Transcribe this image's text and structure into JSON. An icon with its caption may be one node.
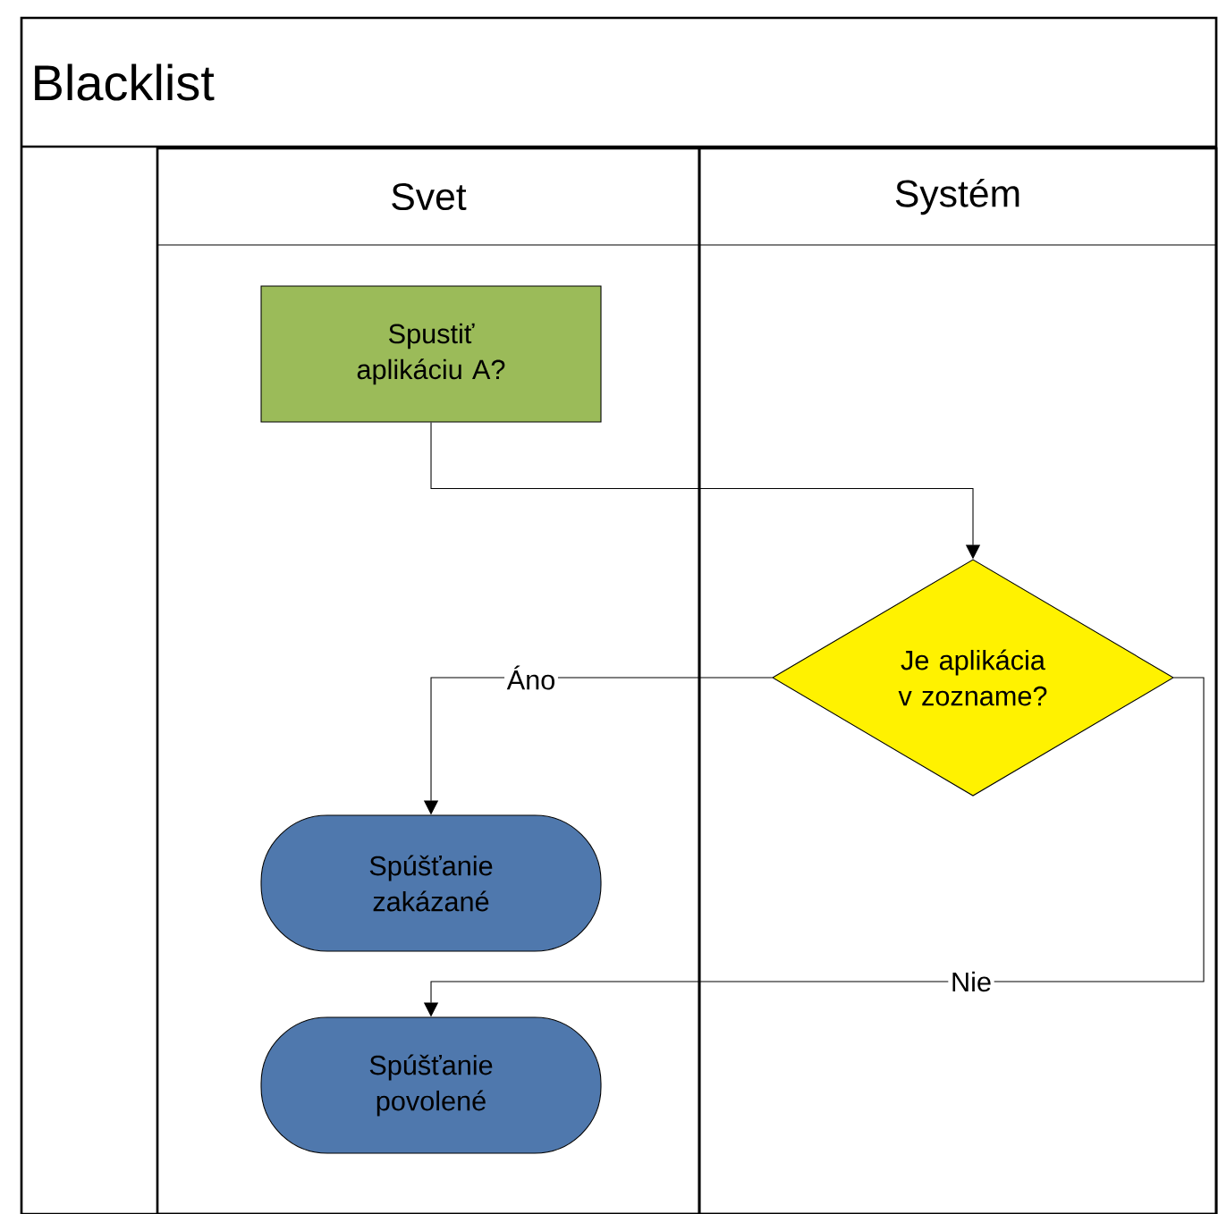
{
  "diagram": {
    "nodes": [
      {
        "text": [
          "Blacklist"
        ]
      },
      {
        "text": [
          "Svet"
        ],
        "in": 0
      },
      {
        "text": [
          "Systém"
        ],
        "in": 0
      },
      {
        "text": [
          "Spustiť aplikáciu A?"
        ],
        "in": 1
      },
      {
        "text": [
          "Je aplikácia v zozname?"
        ],
        "in": 2
      },
      {
        "text": [
          "Spúšťanie zakázané"
        ],
        "in": 1
      },
      {
        "text": [
          "Spúšťanie povolené"
        ],
        "in": 1
      }
    ],
    "edges": [
      {
        "from": 3,
        "to": 4,
        "arrow": "to"
      },
      {
        "from": 4,
        "to": 5,
        "arrow": "to",
        "label": "Áno"
      },
      {
        "from": 4,
        "to": 6,
        "arrow": "to",
        "label": "Nie"
      }
    ]
  }
}
